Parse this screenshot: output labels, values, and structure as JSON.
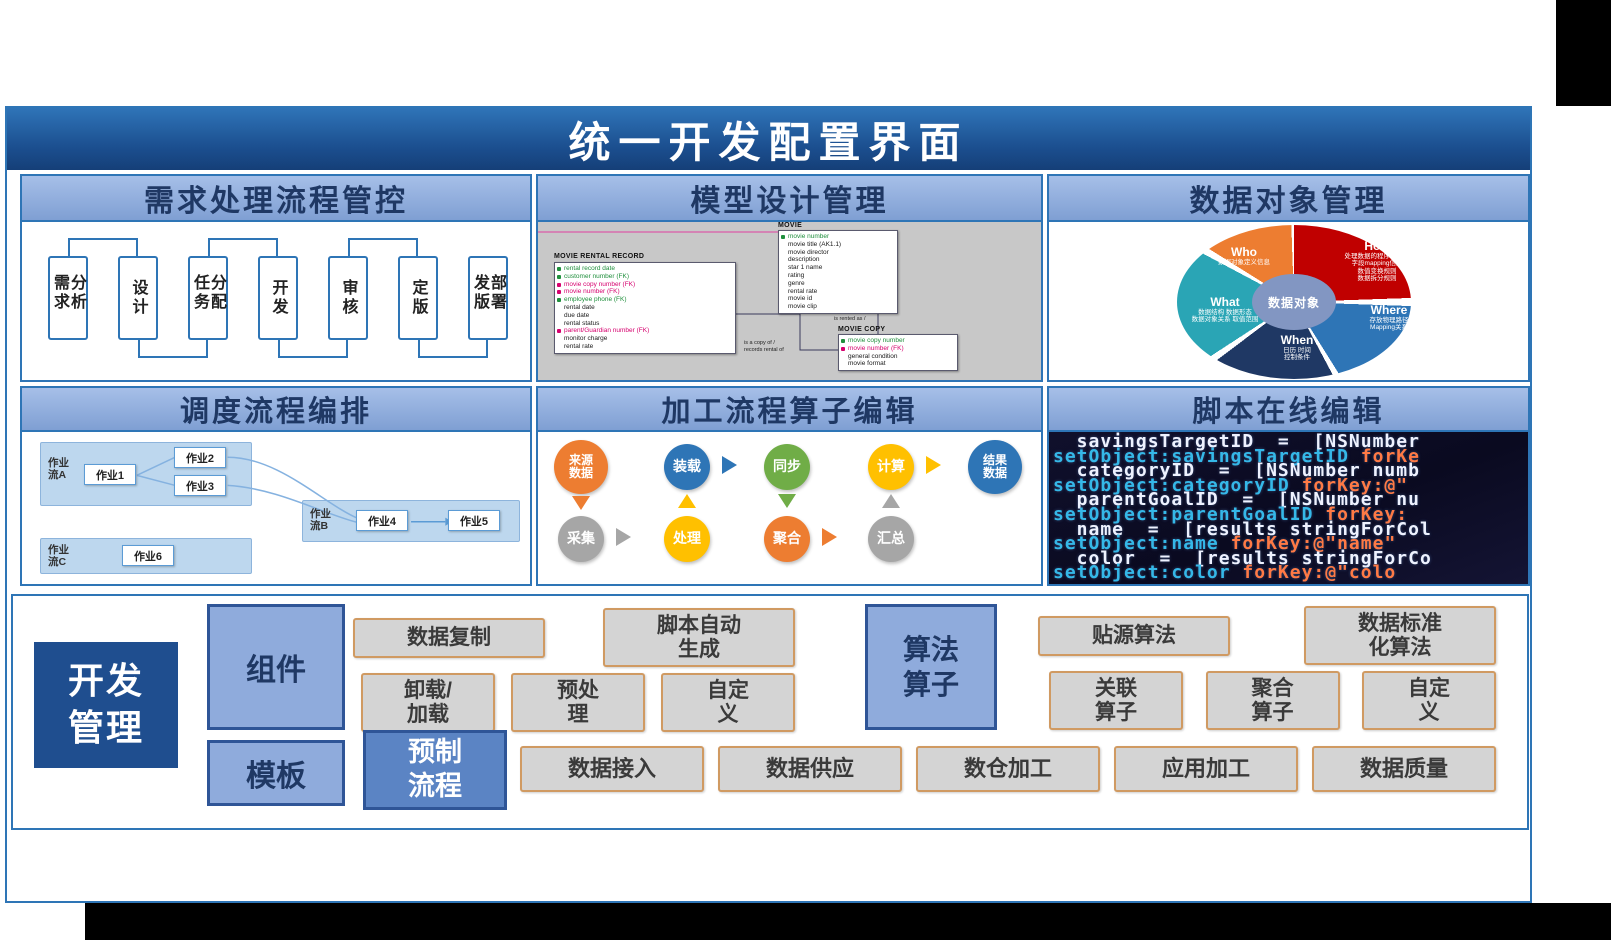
{
  "colors": {
    "accent": "#2e75b6",
    "header_text": "#1f3864",
    "dev_box": "#1f4e8f",
    "button_bg": "#d4d4d4",
    "button_border": "#d09a62"
  },
  "title": "统一开发配置界面",
  "panels": {
    "requirement": {
      "header": "需求处理流程管控",
      "steps": [
        "需求分析",
        "设计",
        "任务分配",
        "开发",
        "审核",
        "定版",
        "发版部署"
      ]
    },
    "model": {
      "header": "模型设计管理",
      "tables": [
        {
          "name": "MOVIE RENTAL RECORD",
          "rows": [
            {
              "t": "rental record date",
              "c": "g"
            },
            {
              "t": "customer number (FK)",
              "c": "g"
            },
            {
              "t": "movie copy number (FK)",
              "c": "r"
            },
            {
              "t": "movie number (FK)",
              "c": "r"
            },
            {
              "t": "employee phone (FK)",
              "c": "g"
            },
            {
              "t": "rental date",
              "c": "b"
            },
            {
              "t": "due date",
              "c": "b"
            },
            {
              "t": "rental status",
              "c": "b"
            },
            {
              "t": "parent/Guardian number (FK)",
              "c": "r"
            },
            {
              "t": "monitor charge",
              "c": "b"
            },
            {
              "t": "rental rate",
              "c": "b"
            }
          ]
        },
        {
          "name": "MOVIE",
          "rows": [
            {
              "t": "movie number",
              "c": "g"
            },
            {
              "t": "movie title (AK1.1)",
              "c": "b"
            },
            {
              "t": "movie director",
              "c": "b"
            },
            {
              "t": "description",
              "c": "b"
            },
            {
              "t": "star 1 name",
              "c": "b"
            },
            {
              "t": "rating",
              "c": "b"
            },
            {
              "t": "genre",
              "c": "b"
            },
            {
              "t": "rental rate",
              "c": "b"
            },
            {
              "t": "movie id",
              "c": "b"
            },
            {
              "t": "movie clip",
              "c": "b"
            }
          ]
        },
        {
          "name": "MOVIE COPY",
          "rows": [
            {
              "t": "movie copy number",
              "c": "g"
            },
            {
              "t": "movie number (FK)",
              "c": "r"
            },
            {
              "t": "general condition",
              "c": "b"
            },
            {
              "t": "movie format",
              "c": "b"
            }
          ]
        }
      ],
      "labels": [
        "is rented as /",
        "is a copy of /\nrecords rental of"
      ]
    },
    "dataObject": {
      "header": "数据对象管理",
      "center": "数据对象",
      "sectors": [
        {
          "name": "Who",
          "desc": "数据对象定义信息",
          "color": "#ed7d31"
        },
        {
          "name": "How",
          "desc": "处理数据的程序或算法\n字段mapping信息\n数值变换规则\n数据拆分规则",
          "color": "#c00000"
        },
        {
          "name": "Where",
          "desc": "存放物理路径\nMapping关系",
          "color": "#2e75b6"
        },
        {
          "name": "When",
          "desc": "日历 时间\n控制条件",
          "color": "#1f3864"
        },
        {
          "name": "What",
          "desc": "数据结构 数据形态\n数据对象关系 取值范围",
          "color": "#2aa5b5"
        }
      ]
    },
    "scheduling": {
      "header": "调度流程编排",
      "flows": [
        {
          "label": "作业\n流A",
          "jobs": [
            "作业1",
            "作业2",
            "作业3"
          ]
        },
        {
          "label": "作业\n流B",
          "jobs": [
            "作业4",
            "作业5"
          ]
        },
        {
          "label": "作业\n流C",
          "jobs": [
            "作业6"
          ]
        }
      ]
    },
    "processing": {
      "header": "加工流程算子编辑",
      "nodes": {
        "source": "来源\n数据",
        "load": "装载",
        "sync": "同步",
        "calc": "计算",
        "result": "结果\n数据",
        "collect": "采集",
        "process": "处理",
        "aggregate": "聚合",
        "summary": "汇总"
      }
    },
    "script": {
      "header": "脚本在线编辑",
      "lines": [
        [
          {
            "t": "  savingsTargetID  =  [NSNumber",
            "c": "w"
          }
        ],
        [
          {
            "t": "setObject:savingsTargetID ",
            "c": "c"
          },
          {
            "t": "forKe",
            "c": "o"
          }
        ],
        [
          {
            "t": "  categoryID  =  [NSNumber numb",
            "c": "w"
          }
        ],
        [
          {
            "t": "setObject:categoryID ",
            "c": "c"
          },
          {
            "t": "forKey:@\"",
            "c": "o"
          }
        ],
        [
          {
            "t": "  parentGoalID  =  [NSNumber nu",
            "c": "w"
          }
        ],
        [
          {
            "t": "setObject:parentGoalID ",
            "c": "c"
          },
          {
            "t": "forKey:",
            "c": "o"
          }
        ],
        [
          {
            "t": "  name  =  [results stringForCol",
            "c": "w"
          }
        ],
        [
          {
            "t": "setObject:name ",
            "c": "c"
          },
          {
            "t": "forKey:@\"name\"",
            "c": "o"
          }
        ],
        [
          {
            "t": "  color  =  [results stringForCo",
            "c": "w"
          }
        ],
        [
          {
            "t": "setObject:color ",
            "c": "c"
          },
          {
            "t": "forKey:@\"colo",
            "c": "o"
          }
        ]
      ]
    }
  },
  "development": {
    "side": "开发\n管理",
    "components": {
      "label": "组件",
      "row1": [
        "数据复制",
        "脚本自动\n生成"
      ],
      "row2": [
        "卸载/\n加载",
        "预处\n理",
        "自定\n义"
      ]
    },
    "algorithms": {
      "label": "算法\n算子",
      "row1": [
        "贴源算法",
        "数据标准\n化算法"
      ],
      "row2": [
        "关联\n算子",
        "聚合\n算子",
        "自定\n义"
      ]
    },
    "templates": {
      "label": "模板",
      "preset": "预制\n流程",
      "items": [
        "数据接入",
        "数据供应",
        "数仓加工",
        "应用加工",
        "数据质量"
      ]
    }
  }
}
